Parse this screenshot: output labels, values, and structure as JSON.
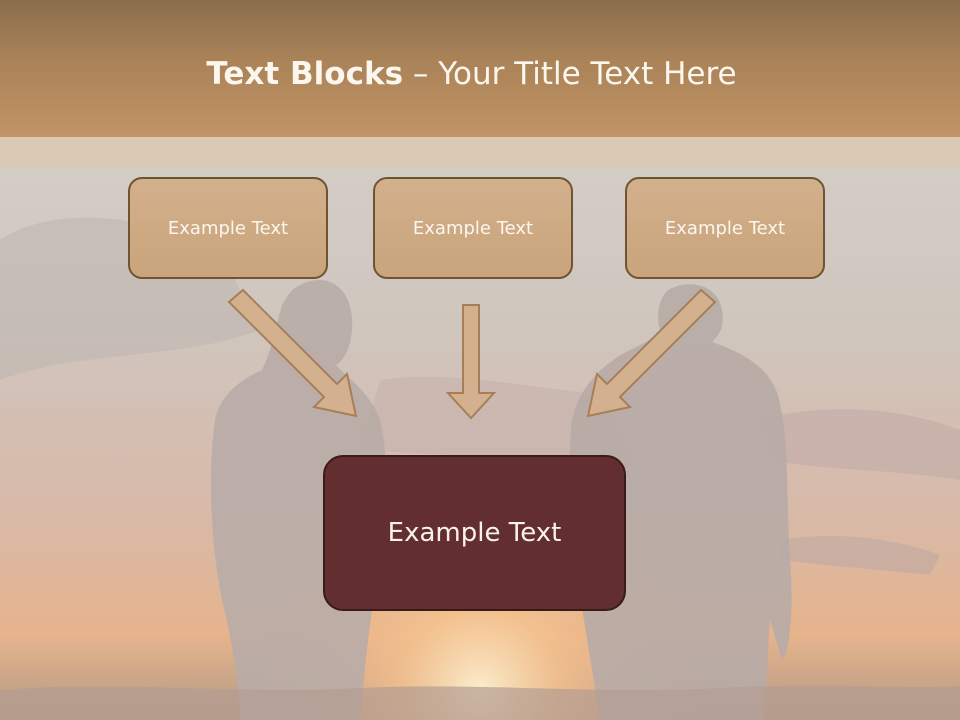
{
  "slide": {
    "title_bold": "Text Blocks",
    "title_separator": " – ",
    "title_rest": "Your Title Text Here",
    "blocks": [
      "Example Text",
      "Example Text",
      "Example Text"
    ],
    "main_block": "Example Text"
  },
  "colors": {
    "header": "#ab8358",
    "block_fill": "#cfac86",
    "block_border": "#6e5433",
    "main_fill": "#632e2f",
    "arrow_fill": "#d3b18f"
  }
}
